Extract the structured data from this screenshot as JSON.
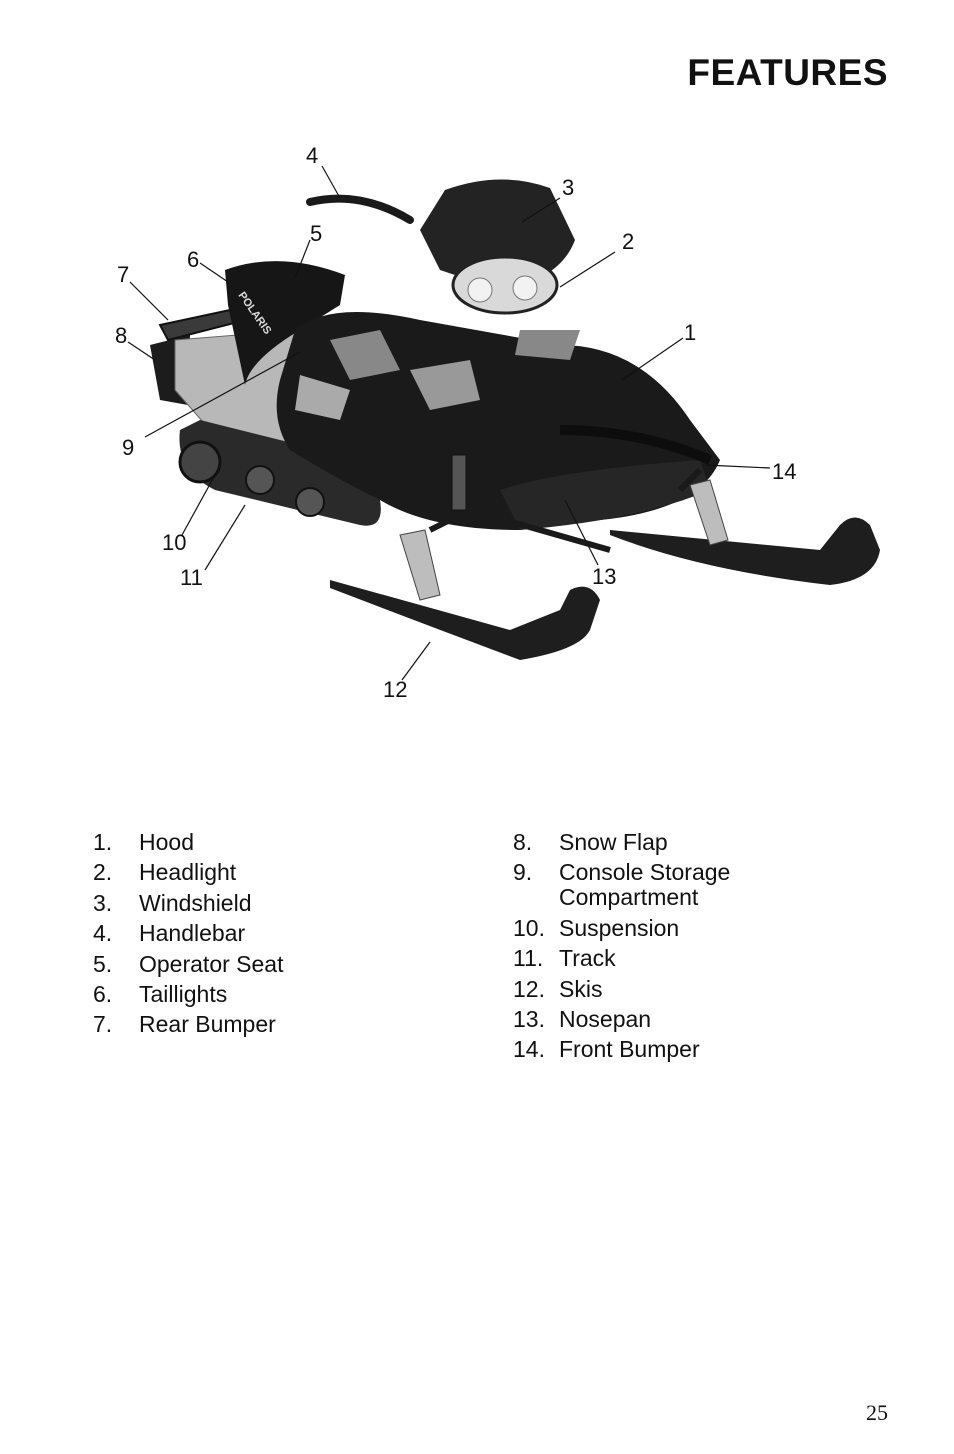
{
  "page": {
    "title": "FEATURES",
    "page_number": "25"
  },
  "figure": {
    "subject": "snowmobile",
    "brand_text": "POLARIS",
    "callouts": [
      "1",
      "2",
      "3",
      "4",
      "5",
      "6",
      "7",
      "8",
      "9",
      "10",
      "11",
      "12",
      "13",
      "14"
    ]
  },
  "legend": {
    "left": [
      {
        "num": "1.",
        "label": "Hood"
      },
      {
        "num": "2.",
        "label": "Headlight"
      },
      {
        "num": "3.",
        "label": "Windshield"
      },
      {
        "num": "4.",
        "label": "Handlebar"
      },
      {
        "num": "5.",
        "label": "Operator Seat"
      },
      {
        "num": "6.",
        "label": "Taillights"
      },
      {
        "num": "7.",
        "label": "Rear Bumper"
      }
    ],
    "right": [
      {
        "num": "8.",
        "label": "Snow Flap"
      },
      {
        "num": "9.",
        "label": "Console Storage Compartment"
      },
      {
        "num": "10.",
        "label": "Suspension"
      },
      {
        "num": "11.",
        "label": "Track"
      },
      {
        "num": "12.",
        "label": "Skis"
      },
      {
        "num": "13.",
        "label": "Nosepan"
      },
      {
        "num": "14.",
        "label": "Front Bumper"
      }
    ]
  }
}
